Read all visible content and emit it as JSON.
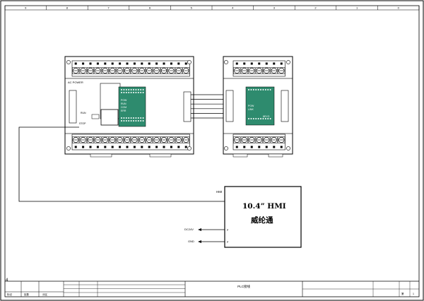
{
  "frame": {
    "top_ruler_marks": [
      "9",
      "8",
      "7",
      "6",
      "5",
      "4",
      "3",
      "2",
      "1",
      "0"
    ],
    "left_mark": "4"
  },
  "plc_main": {
    "top_label": "AC POWER",
    "status_labels": [
      "POW",
      "RUN",
      "COM",
      "ERR"
    ],
    "switch_label": "RUN",
    "stop_label": "STOP"
  },
  "plc_expansion": {
    "status_labels": [
      "POW",
      "LINK"
    ],
    "model_label": "8EYO"
  },
  "hmi": {
    "tag": "HMI",
    "size_text": "10.4”  HMI",
    "name_text": "威纶通",
    "pins": [
      {
        "label": "DC24V",
        "pin": "P"
      },
      {
        "label": "GND",
        "pin": "P"
      }
    ]
  },
  "title_block": {
    "company_rows": [
      "",
      "",
      "",
      ""
    ],
    "drawing_title": "PLC接线",
    "bottom_labels": [
      "标记",
      "处数",
      "分区"
    ],
    "page_label": "第",
    "page_value": "1"
  }
}
